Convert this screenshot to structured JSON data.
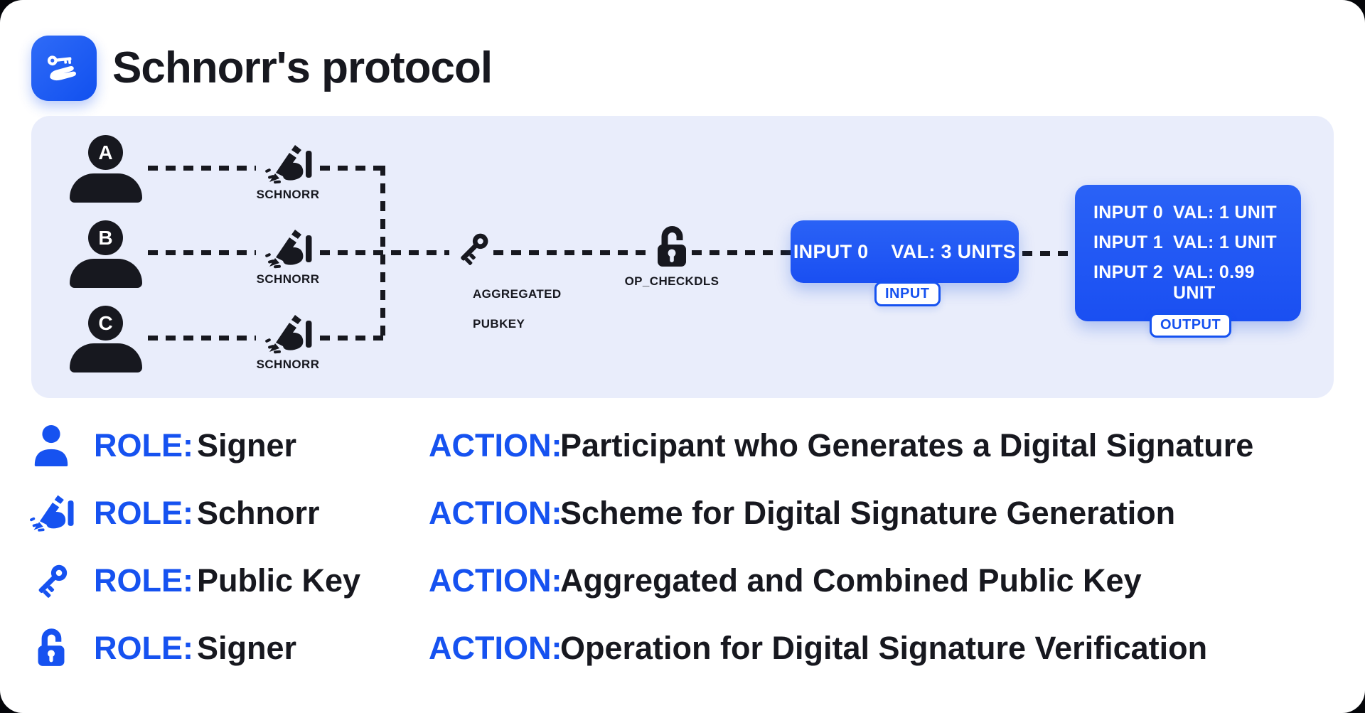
{
  "colors": {
    "accent": "#1652F0",
    "panel_bg": "#E9EDFB",
    "dark": "#17181F",
    "box_blue": "#1A4FF2"
  },
  "header": {
    "title": "Schnorr's protocol",
    "icon": "key-in-hand-icon"
  },
  "diagram": {
    "signers": [
      {
        "label": "A"
      },
      {
        "label": "B"
      },
      {
        "label": "C"
      }
    ],
    "schnorr_label": "SCHNORR",
    "aggregated": {
      "line1": "AGGREGATED",
      "line2": "PUBKEY"
    },
    "op_label": "OP_CHECKDLS",
    "input_box": {
      "col1": "INPUT 0",
      "col2": "VAL: 3 UNITS",
      "badge": "INPUT"
    },
    "output_box": {
      "rows": [
        {
          "col1": "INPUT 0",
          "col2": "VAL: 1 UNIT"
        },
        {
          "col1": "INPUT 1",
          "col2": "VAL: 1 UNIT"
        },
        {
          "col1": "INPUT 2",
          "col2": "VAL: 0.99 UNIT"
        }
      ],
      "badge": "OUTPUT"
    }
  },
  "legend": {
    "role_label": "ROLE:",
    "action_label": "ACTION:",
    "rows": [
      {
        "icon": "person-icon",
        "role": "Signer",
        "action": "Participant who Generates a Digital Signature"
      },
      {
        "icon": "signature-icon",
        "role": "Schnorr",
        "action": "Scheme for Digital Signature Generation"
      },
      {
        "icon": "key-icon",
        "role": "Public Key",
        "action": "Aggregated and Combined Public Key"
      },
      {
        "icon": "lock-open-icon",
        "role": "Signer",
        "action": "Operation for Digital Signature Verification"
      }
    ]
  }
}
